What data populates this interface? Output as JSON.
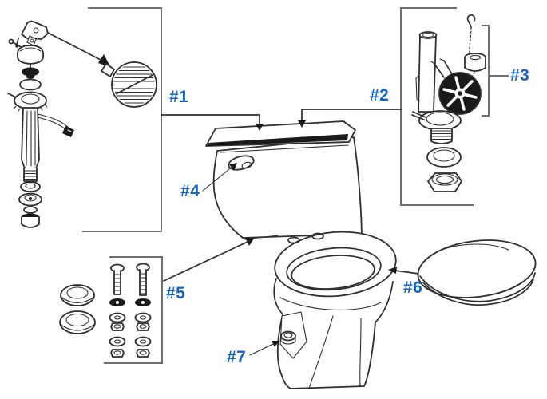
{
  "colors": {
    "label": "#1565c0",
    "line": "#2e2e2e",
    "ink": "#1a1a1a",
    "box": "#6f6f6f"
  },
  "callouts": [
    {
      "id": "part-1",
      "label": "#1"
    },
    {
      "id": "part-2",
      "label": "#2"
    },
    {
      "id": "part-3",
      "label": "#3"
    },
    {
      "id": "part-4",
      "label": "#4"
    },
    {
      "id": "part-5",
      "label": "#5"
    },
    {
      "id": "part-6",
      "label": "#6"
    },
    {
      "id": "part-7",
      "label": "#7"
    }
  ]
}
